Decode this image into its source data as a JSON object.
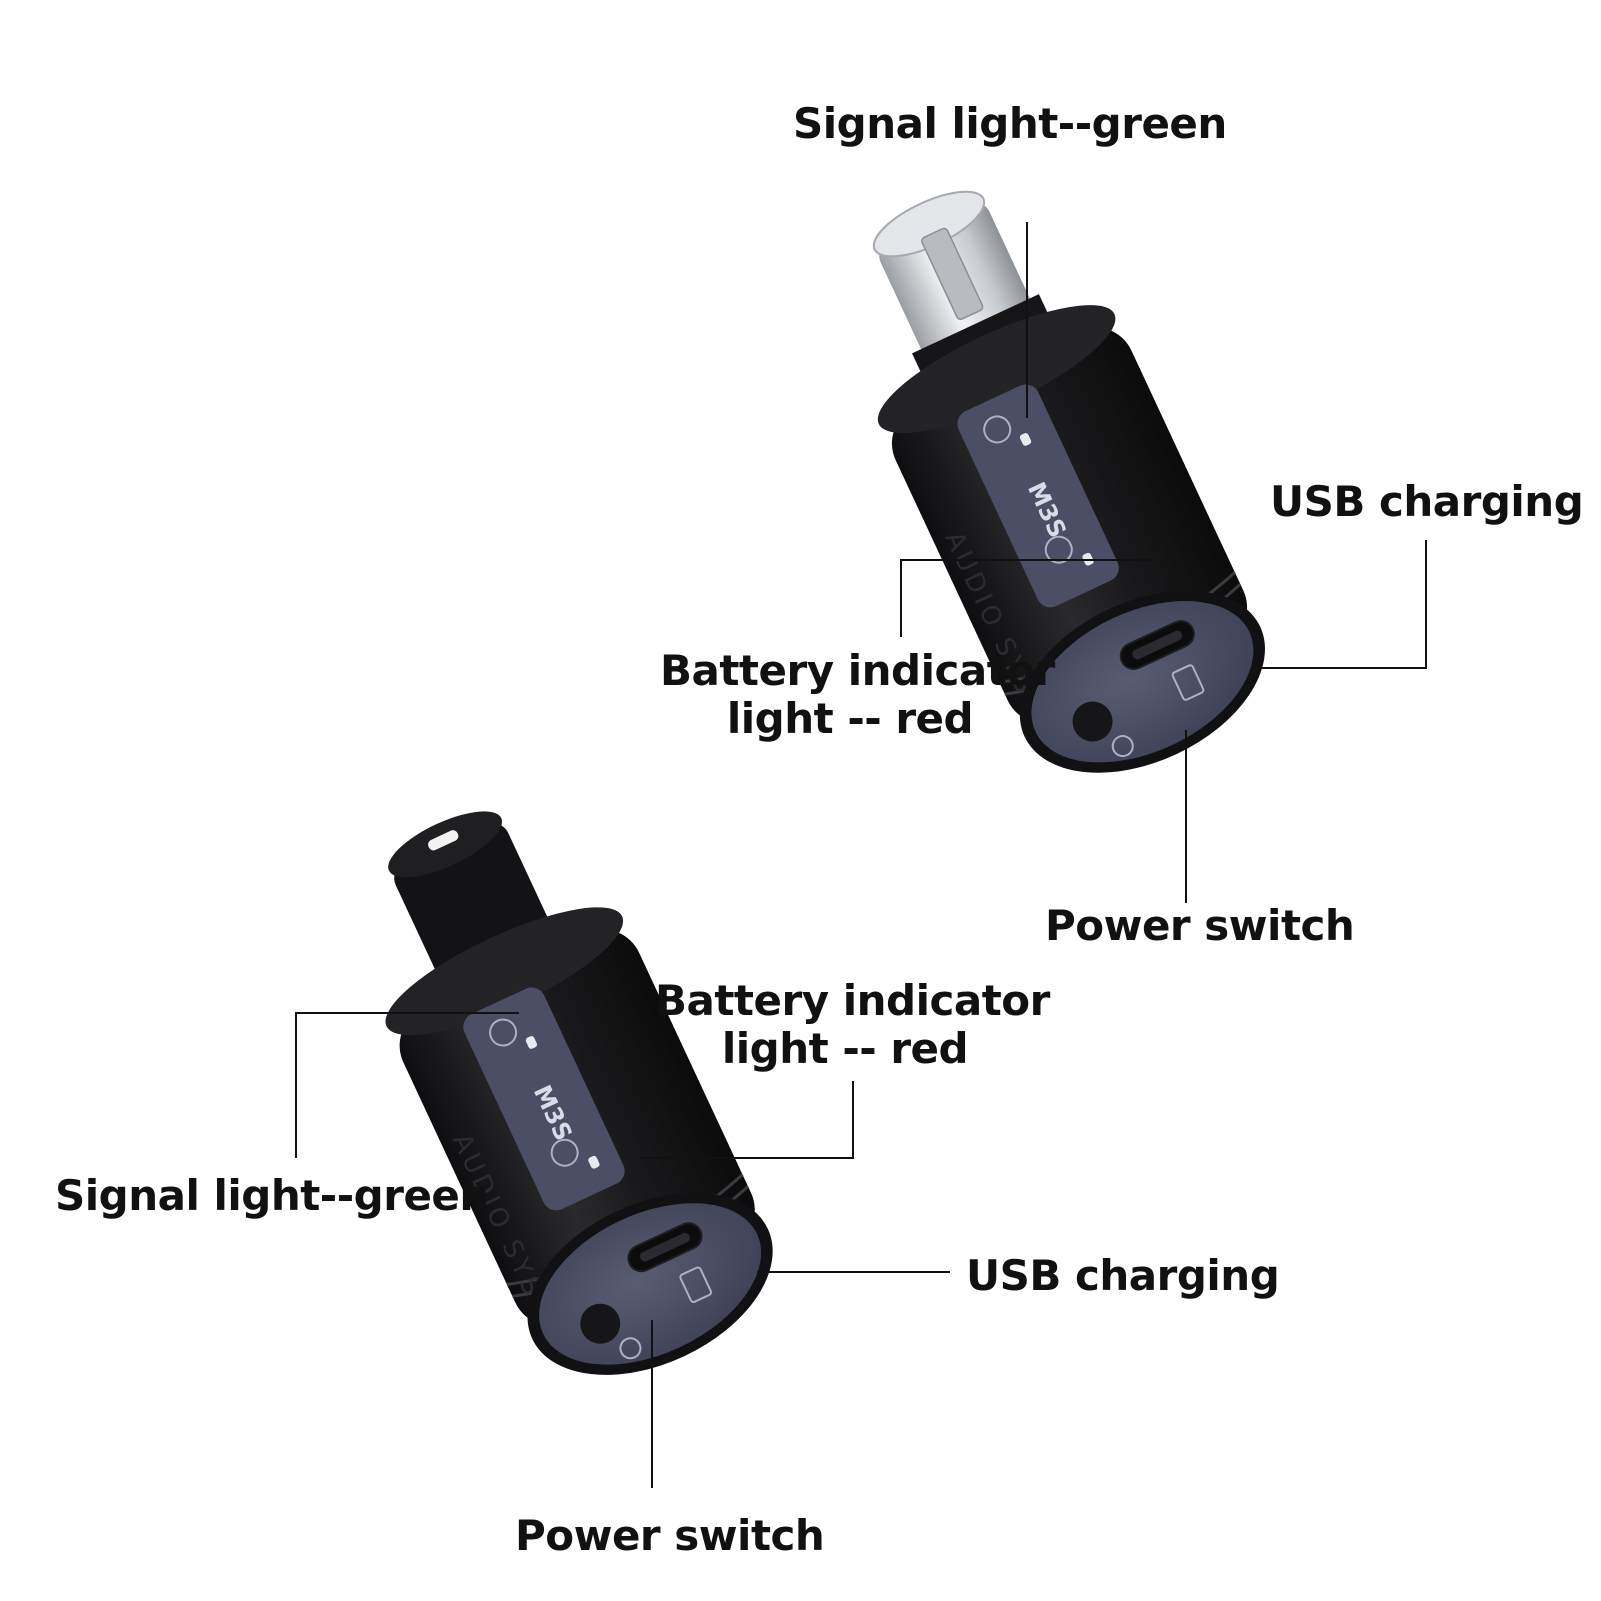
{
  "device_top": {
    "model": "M3S",
    "brand": "AUDIO SYSTEM",
    "labels": {
      "signal": "Signal light--green",
      "battery_line1": "Battery indicator",
      "battery_line2": "light -- red",
      "usb": "USB charging",
      "power": "Power switch"
    }
  },
  "device_bottom": {
    "model": "M3S",
    "brand": "AUDIO SYSTEM",
    "labels": {
      "signal": "Signal light--green",
      "battery_line1": "Battery indicator",
      "battery_line2": "light -- red",
      "usb": "USB charging",
      "power": "Power switch"
    }
  },
  "colors": {
    "body": "#1c1c1e",
    "panel": "#4a4d63",
    "metal": "#cfd2d6",
    "leader": "#111111"
  }
}
